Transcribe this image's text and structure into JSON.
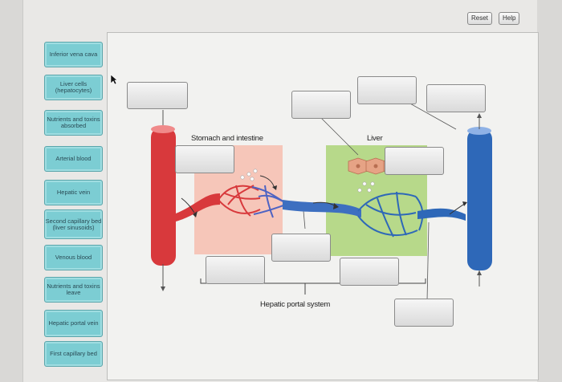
{
  "buttons": {
    "reset": "Reset",
    "help": "Help"
  },
  "terms": [
    "Inferior vena cava",
    "Liver cells (hepatocytes)",
    "Nutrients and toxins absorbed",
    "Arterial blood",
    "Hepatic vein",
    "Second capillary bed (liver sinusoids)",
    "Venous blood",
    "Nutrients and toxins leave",
    "Hepatic portal vein",
    "First capillary bed"
  ],
  "diagram": {
    "stomach_label": "Stomach and intestine",
    "liver_label": "Liver",
    "system_label": "Hepatic portal system"
  },
  "colors": {
    "artery": "#d8393c",
    "vein": "#2e68b8",
    "stomach_bg": "#f6c6b9",
    "liver_bg": "#b7d98a",
    "tile": "#7ccdd3"
  }
}
